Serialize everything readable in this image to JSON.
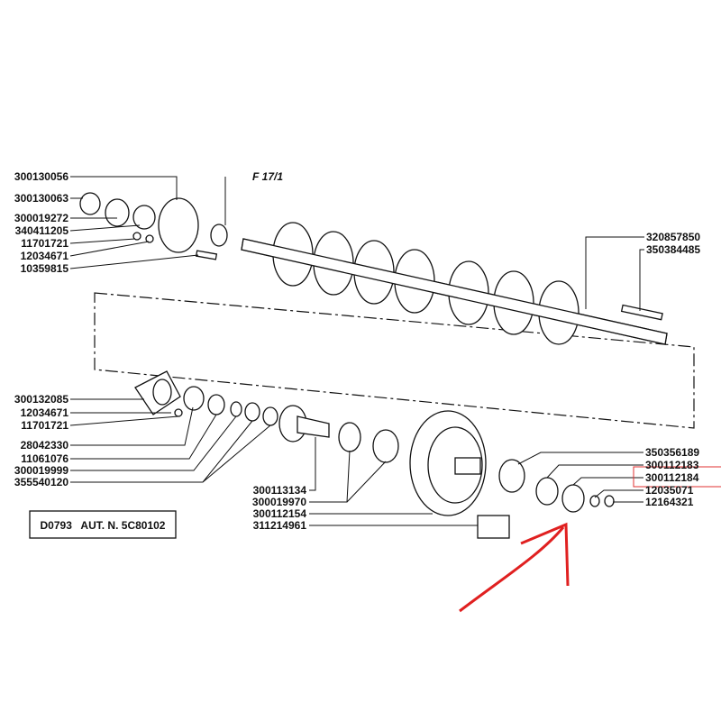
{
  "figure_ref": "F 17/1",
  "footer_box": "D0793   AUT. N. 5C80102",
  "labels_top_left": [
    "300130056",
    "300130063",
    "300019272",
    "340411205",
    "11701721",
    "12034671",
    "10359815"
  ],
  "labels_bottom_left": [
    "300132085",
    "12034671",
    "11701721",
    "28042330",
    "11061076",
    "300019999",
    "355540120"
  ],
  "labels_bottom_middle": [
    "300113134",
    "300019970",
    "300112154",
    "311214961"
  ],
  "labels_top_right": [
    "320857850",
    "350384485"
  ],
  "labels_bottom_right": [
    "350356189",
    "300112183",
    "300112184",
    "12035071",
    "12164321"
  ],
  "highlight": {
    "part": "300112184",
    "color": "#e03030"
  }
}
